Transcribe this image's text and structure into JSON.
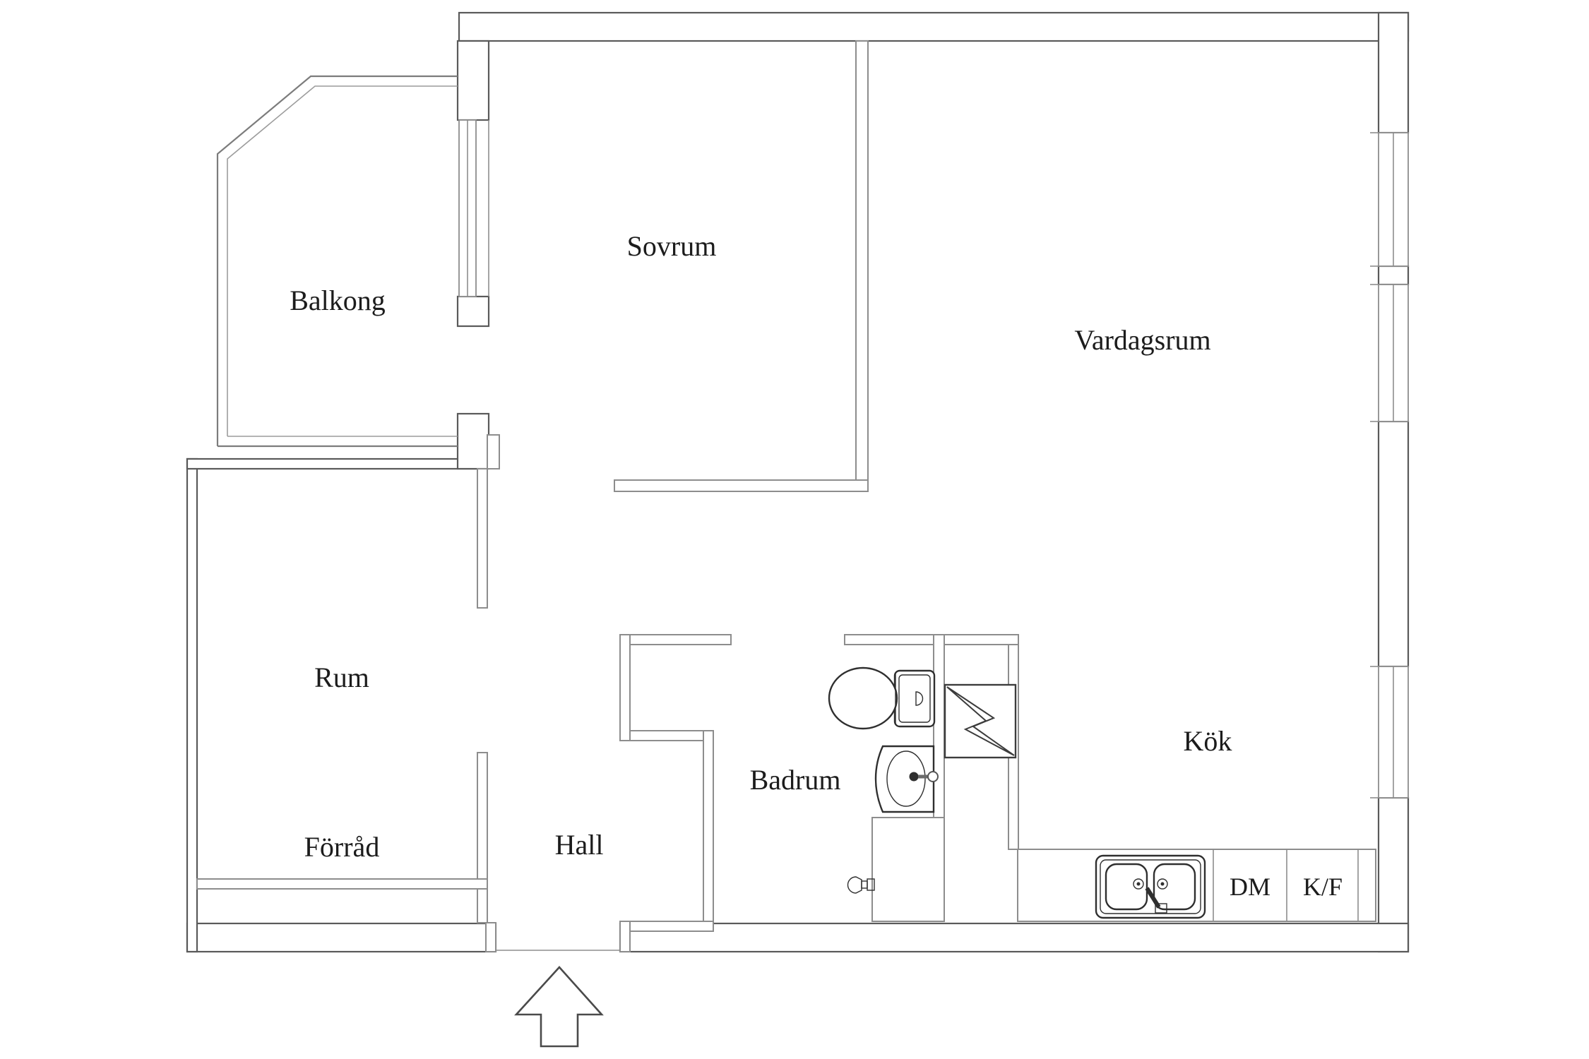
{
  "document": {
    "kind": "apartment floor plan",
    "language": "Swedish",
    "background_color": "#ffffff",
    "wall_line_color": "#5a5a5a",
    "interior_line_color": "#8d8d8d",
    "text_color": "#1c1c1c"
  },
  "rooms": {
    "balkong": {
      "label": "Balkong"
    },
    "sovrum": {
      "label": "Sovrum"
    },
    "vardagsrum": {
      "label": "Vardagsrum"
    },
    "rum": {
      "label": "Rum"
    },
    "forrad": {
      "label": "Förråd"
    },
    "hall": {
      "label": "Hall"
    },
    "badrum": {
      "label": "Badrum"
    },
    "kok": {
      "label": "Kök"
    }
  },
  "appliances": {
    "dishwasher": {
      "label": "DM"
    },
    "fridge_freezer": {
      "label": "K/F"
    }
  },
  "fixtures": {
    "icons": [
      "toilet-icon",
      "washbasin-icon",
      "shower-tap-icon",
      "kitchen-sink-icon",
      "electrical-shaft-icon",
      "entrance-arrow-icon"
    ],
    "windows": 4,
    "entrance": "bottom center, marked with upward arrow"
  }
}
